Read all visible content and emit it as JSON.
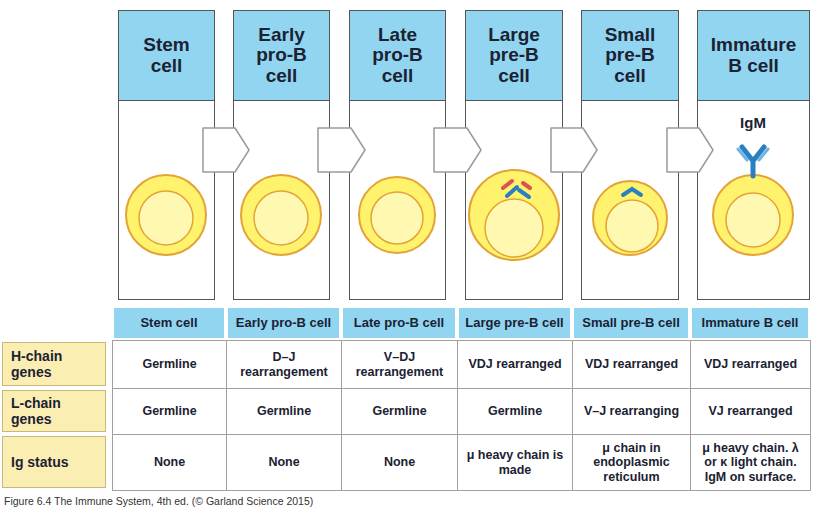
{
  "diagram": {
    "caption": "Figure 6.4 The Immune System, 4th ed. (© Garland Science 2015)",
    "nodes": [
      {
        "text": [
          "Stem cell"
        ]
      },
      {
        "text": [
          "Early pro-B cell"
        ]
      },
      {
        "text": [
          "Late pro-B cell"
        ]
      },
      {
        "text": [
          "Large pre-B cell"
        ]
      },
      {
        "text": [
          "Small pre-B cell"
        ]
      },
      {
        "text": [
          "Immature B cell"
        ]
      }
    ],
    "edges": [
      {
        "from": 0,
        "to": 1,
        "arrow": "to"
      },
      {
        "from": 1,
        "to": 2,
        "arrow": "to"
      },
      {
        "from": 2,
        "to": 3,
        "arrow": "to"
      },
      {
        "from": 3,
        "to": 4,
        "arrow": "to"
      },
      {
        "from": 4,
        "to": 5,
        "arrow": "to"
      }
    ],
    "labels": [
      "IgM",
      "Stem cell",
      "Early pro-B cell",
      "Late pro-B cell",
      "Large pre-B cell",
      "Small pre-B cell",
      "Immature B cell",
      "H-chain genes",
      "Germline",
      "D–J rearrangement",
      "V–DJ rearrangement",
      "VDJ rearranged",
      "VDJ rearranged",
      "VDJ rearranged",
      "L-chain genes",
      "Germline",
      "Germline",
      "Germline",
      "Germline",
      "V–J rearranging",
      "VJ rearranged",
      "Ig status",
      "None",
      "None",
      "None",
      "μ heavy chain is made",
      "μ chain in endoplasmic reticulum",
      "μ heavy chain. λ or κ light chain. IgM on surface."
    ]
  }
}
